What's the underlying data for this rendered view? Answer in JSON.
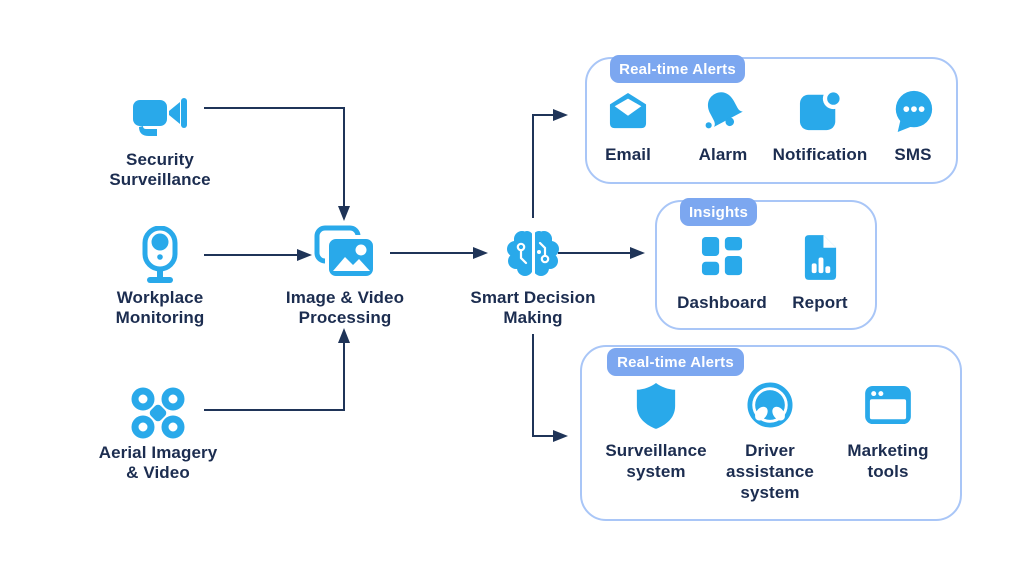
{
  "colors": {
    "icon_blue": "#29A9EA",
    "text_navy": "#1C2D50",
    "arrow_navy": "#1F3458",
    "tag_bg": "#7CA7F0",
    "box_border": "#A9C6F7",
    "background": "#FFFFFF"
  },
  "sources": [
    {
      "icon": "camcorder-icon",
      "label": "Security\nSurveillance"
    },
    {
      "icon": "webcam-icon",
      "label": "Workplace\nMonitoring"
    },
    {
      "icon": "drone-icon",
      "label": "Aerial Imagery\n& Video"
    }
  ],
  "processing": {
    "icon": "image-stack-icon",
    "label": "Image & Video\nProcessing"
  },
  "decision": {
    "icon": "ai-brain-icon",
    "label": "Smart Decision\nMaking"
  },
  "output_boxes": [
    {
      "tag": "Real-time Alerts",
      "items": [
        {
          "icon": "email-icon",
          "label": "Email"
        },
        {
          "icon": "alarm-bell-icon",
          "label": "Alarm"
        },
        {
          "icon": "notification-icon",
          "label": "Notification"
        },
        {
          "icon": "sms-icon",
          "label": "SMS"
        }
      ]
    },
    {
      "tag": "Insights",
      "items": [
        {
          "icon": "dashboard-icon",
          "label": "Dashboard"
        },
        {
          "icon": "report-icon",
          "label": "Report"
        }
      ]
    },
    {
      "tag": "Real-time Alerts",
      "items": [
        {
          "icon": "shield-icon",
          "label": "Surveillance\nsystem"
        },
        {
          "icon": "steering-wheel-icon",
          "label": "Driver\nassistance\nsystem"
        },
        {
          "icon": "browser-icon",
          "label": "Marketing\ntools"
        }
      ]
    }
  ]
}
